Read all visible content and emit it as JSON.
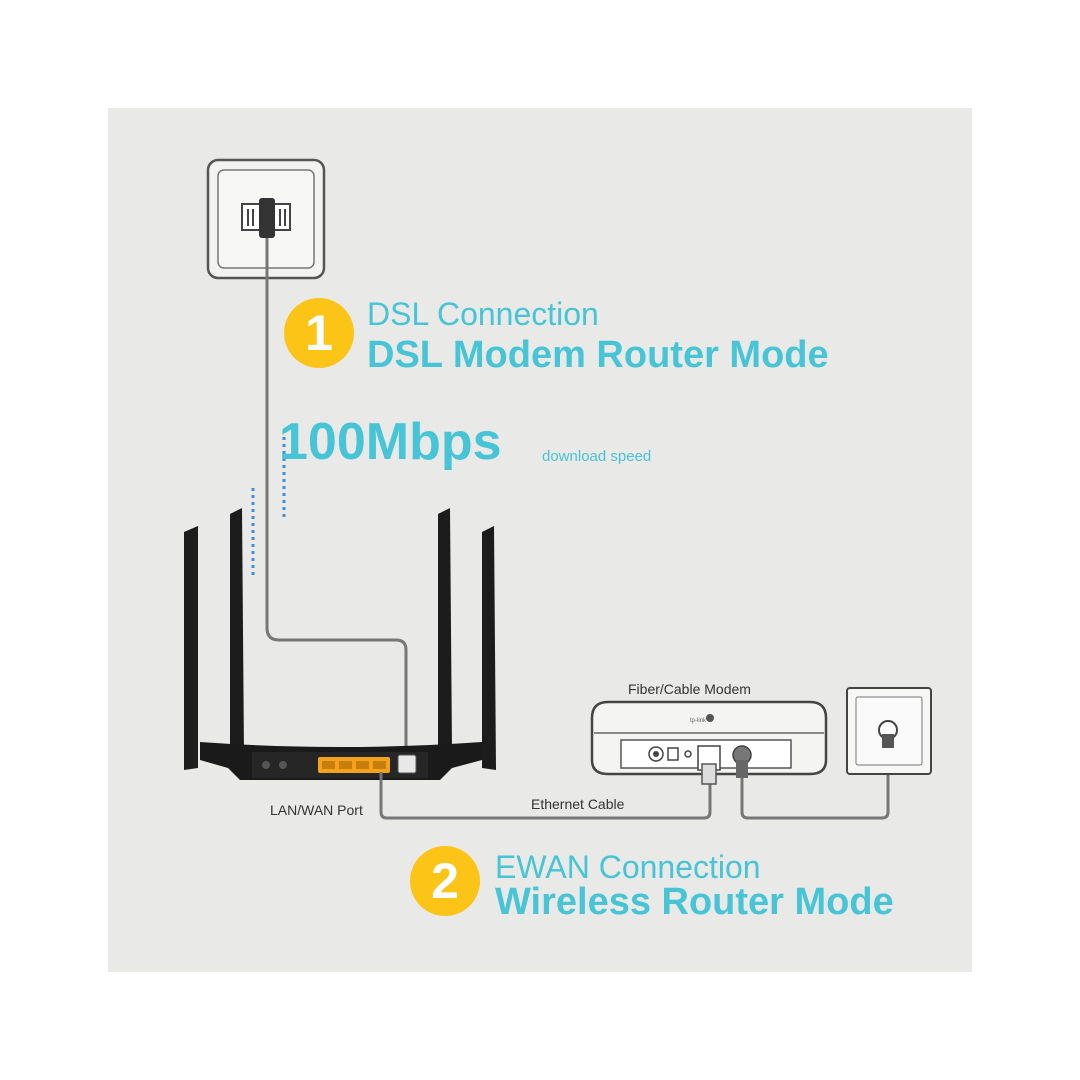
{
  "section1": {
    "number": "1",
    "connection": "DSL Connection",
    "mode": "DSL Modem Router Mode"
  },
  "speed": {
    "value": "100Mbps",
    "caption": "download speed"
  },
  "section2": {
    "number": "2",
    "connection": "EWAN Connection",
    "mode": "Wireless Router Mode"
  },
  "labels": {
    "modem": "Fiber/Cable Modem",
    "lan_wan_port": "LAN/WAN Port",
    "ethernet_cable": "Ethernet Cable"
  },
  "colors": {
    "accent_cyan": "#47c4d6",
    "badge_yellow": "#fcc416",
    "panel_gray": "#e9e9e8",
    "router_black": "#1c1c1c",
    "port_orange": "#f3a21c"
  },
  "icons": {
    "wall_socket_top": "phone-line-wall-socket-icon",
    "router": "dsl-router-icon",
    "modem": "fiber-cable-modem-icon",
    "wall_socket_right": "coax-wall-socket-icon"
  }
}
